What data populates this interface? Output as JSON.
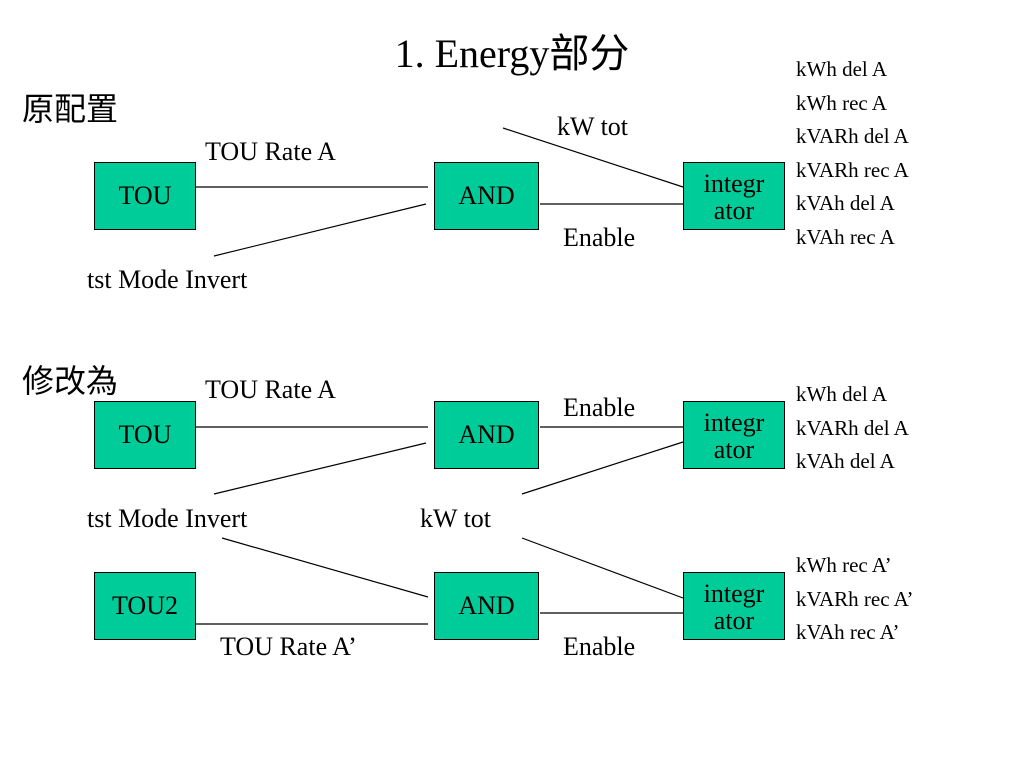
{
  "title": "1. Energy部分",
  "colors": {
    "box_fill": "#00cc99",
    "line": "#000000",
    "background": "#ffffff"
  },
  "original": {
    "section_label": "原配置",
    "boxes": {
      "tou": "TOU",
      "and": "AND",
      "integrator": "integr\nator"
    },
    "labels": {
      "tou_rate": "TOU Rate A",
      "tst_mode": "tst Mode Invert",
      "kw_tot": "kW tot",
      "enable": "Enable"
    },
    "outputs": [
      "kWh del A",
      "kWh rec A",
      "kVARh del A",
      "kVARh rec A",
      "kVAh del A",
      "kVAh rec A"
    ]
  },
  "modified": {
    "section_label": "修改為",
    "boxes": {
      "tou": "TOU",
      "tou2": "TOU2",
      "and_upper": "AND",
      "and_lower": "AND",
      "integrator_upper": "integr\nator",
      "integrator_lower": "integr\nator"
    },
    "labels": {
      "tou_rate": "TOU Rate A",
      "tou_rate_prime": "TOU Rate A’",
      "tst_mode": "tst Mode Invert",
      "kw_tot": "kW tot",
      "enable_upper": "Enable",
      "enable_lower": "Enable"
    },
    "outputs_upper": [
      "kWh del A",
      "kVARh del A",
      "kVAh del A"
    ],
    "outputs_lower": [
      "kWh rec A’",
      "kVARh rec A’",
      "kVAh rec A’"
    ]
  }
}
